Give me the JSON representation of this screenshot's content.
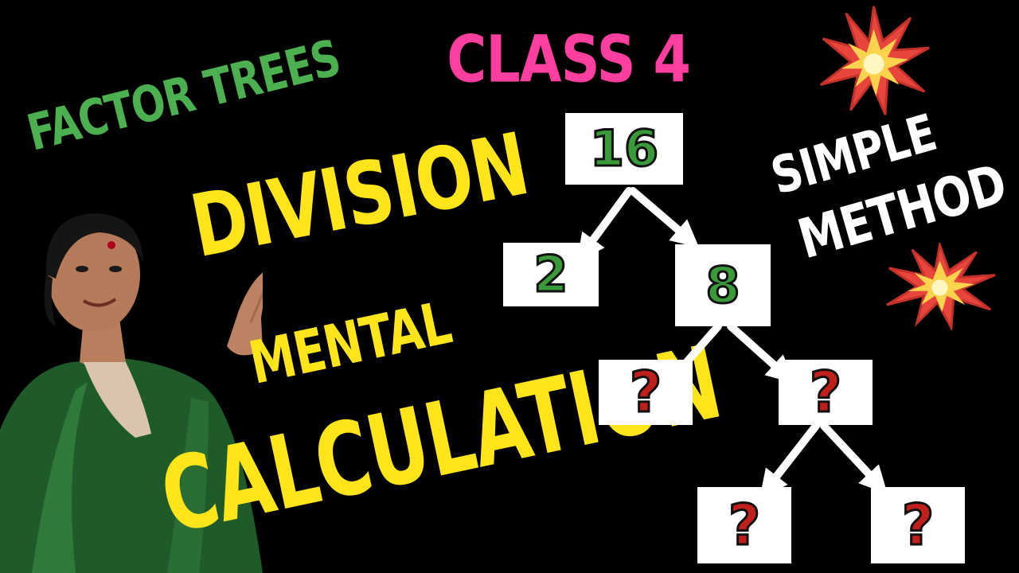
{
  "colors": {
    "background": "#000000",
    "factor_trees": "#4caf50",
    "class": "#ff3fa0",
    "yellow_text": "#ffe51a",
    "white_text": "#ffffff",
    "number_green": "#3a9a3a",
    "question_red": "#c0201c"
  },
  "headline": {
    "factor_trees": "FACTOR TREES",
    "class": "CLASS 4",
    "division": "DIVISION",
    "mental": "MENTAL",
    "calculation": "CALCULATION",
    "simple": "SIMPLE",
    "method": "METHOD"
  },
  "tree": {
    "root": "16",
    "left": "2",
    "right": "8",
    "level2_left": "?",
    "level2_right": "?",
    "level3_left": "?",
    "level3_right": "?"
  },
  "icons": [
    "explosion-burst-icon",
    "explosion-burst-icon"
  ]
}
